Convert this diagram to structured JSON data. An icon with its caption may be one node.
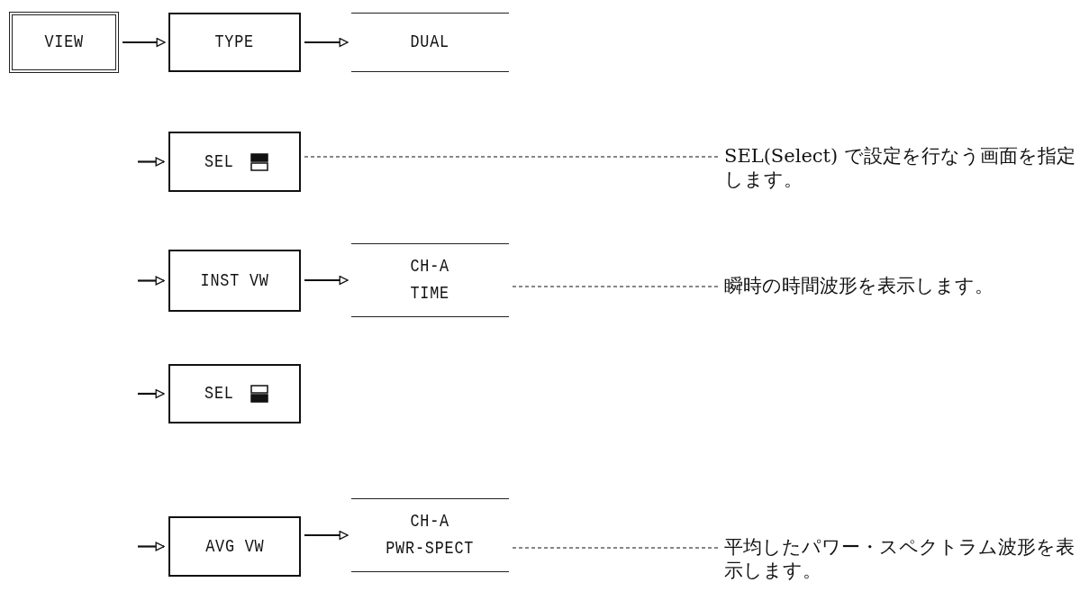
{
  "diagram": {
    "nodes": [
      {
        "text": [
          "VIEW"
        ]
      },
      {
        "text": [
          "TYPE"
        ]
      },
      {
        "text": [
          "DUAL"
        ]
      },
      {
        "text": [
          "SEL"
        ]
      },
      {
        "text": [
          "SEL(Select) で設定を行なう画面を指定します。"
        ]
      },
      {
        "text": [
          "INST VW"
        ]
      },
      {
        "text": [
          "CH-A",
          "TIME"
        ]
      },
      {
        "text": [
          "瞬時の時間波形を表示します。"
        ]
      },
      {
        "text": [
          "SEL"
        ]
      },
      {
        "text": [
          "AVG VW"
        ]
      },
      {
        "text": [
          "CH-A",
          "PWR-SPECT"
        ]
      },
      {
        "text": [
          "平均したパワー・スペクトラム波形を表示します。"
        ]
      }
    ],
    "edges": [
      {
        "from": 0,
        "to": 1,
        "arrow": "to"
      },
      {
        "from": 1,
        "to": 2,
        "arrow": "to"
      },
      {
        "from": null,
        "to": 3,
        "arrow": "to"
      },
      {
        "from": 3,
        "to": 4,
        "arrow": "none",
        "style": "dashed"
      },
      {
        "from": null,
        "to": 5,
        "arrow": "to"
      },
      {
        "from": 5,
        "to": 6,
        "arrow": "to"
      },
      {
        "from": 6,
        "to": 7,
        "arrow": "none",
        "style": "dashed"
      },
      {
        "from": null,
        "to": 8,
        "arrow": "to"
      },
      {
        "from": null,
        "to": 9,
        "arrow": "to"
      },
      {
        "from": 9,
        "to": 10,
        "arrow": "to"
      },
      {
        "from": 10,
        "to": 11,
        "arrow": "none",
        "style": "dashed"
      }
    ]
  }
}
